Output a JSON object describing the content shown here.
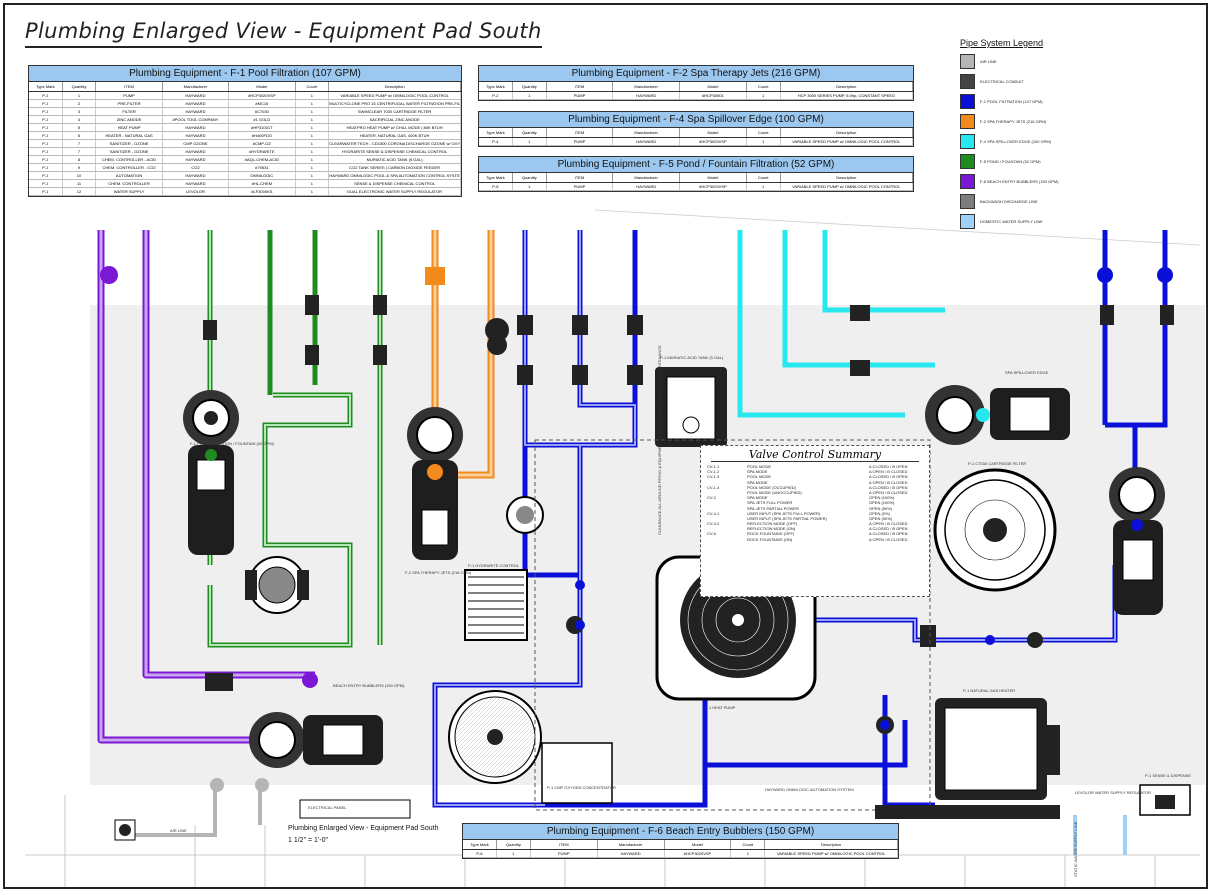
{
  "title": "Plumbing Enlarged View - Equipment Pad South",
  "tables": {
    "columns": [
      "Type Mark",
      "Quantity",
      "ITEM",
      "Manufacturer",
      "Model",
      "Count",
      "Description"
    ],
    "f1": {
      "title": "Plumbing Equipment - F-1 Pool Filtration (107 GPM)",
      "rows": [
        [
          "P-1",
          "1",
          "PUMP",
          "HAYWARD",
          "#HCP3020VSP",
          "1",
          "VARIABLE SPEED PUMP w/ OMNILOGIC POOL CONTROL"
        ],
        [
          "P-1",
          "2",
          "PRE-FILTER",
          "HAYWARD",
          "#MC15",
          "1",
          "MULTICYCLONE PRO 15 CENTRIFUGAL WATER FILTRATION PRE-FILTER"
        ],
        [
          "P-1",
          "3",
          "FILTER",
          "HAYWARD",
          "#C7030",
          "1",
          "SWIMCLEAR 7030 CARTRIDGE FILTER"
        ],
        [
          "P-1",
          "4",
          "ZINC ANODE",
          "#POOL TOOL COMPANY",
          "#1 GOLD",
          "1",
          "SACRIFICIAL ZINC ANODE"
        ],
        [
          "P-1",
          "5",
          "HEAT PUMP",
          "HAYWARD",
          "#HP31001T",
          "1",
          "HEATPRO HEAT PUMP w/ CHILL MODE | 80K BTUH"
        ],
        [
          "P-1",
          "6",
          "HEATER - NATURAL GAS",
          "HAYWARD",
          "#H400FDO",
          "1",
          "HEATER, NATURAL GAS, 400K BTUH"
        ],
        [
          "P-1",
          "7",
          "SANITIZER - OZONE",
          "CMP OZONE",
          "#CMP-OZ",
          "1",
          "CLEARWATER TECH - CD1500 CORONA DISCHARGE OZONE w/ OXYGEN CONCENTRATOR + 120 GAL CONTACT TANK"
        ],
        [
          "P-1",
          "7",
          "SANITIZER - OZONE",
          "HAYWARD",
          "#HYDRARITE",
          "1",
          "HYDRARITE SENSE & DISPENSE CHEMICAL CONTROL"
        ],
        [
          "P-1",
          "8",
          "CHEM. CONTROLLER - ACID",
          "HAYWARD",
          "#AQL-CHEM-ACID",
          "1",
          "MURIATIC ACID TANK (5 GAL)"
        ],
        [
          "P-1",
          "9",
          "CHEM. CONTROLLER - CO2",
          "CO2",
          "#79531",
          "1",
          "CO2 TANK SERIES | CARBON DIOXIDE FEEDER"
        ],
        [
          "P-1",
          "10",
          "AUTOMATION",
          "HAYWARD",
          "OMNILOGIC",
          "1",
          "HAYWARD OMNILOGIC POOL & SPA AUTOMATION CONTROL SYSTEM"
        ],
        [
          "P-1",
          "11",
          "CHEM. CONTROLLER",
          "HAYWARD",
          "#HL-CHEM",
          "1",
          "SENSE & DISPENSE CHEMICAL CONTROL"
        ],
        [
          "P-1",
          "12",
          "WATER SUPPLY",
          "LEVOLOR",
          "#LF3000KS",
          "1",
          "DUAL ELECTRONIC WATER SUPPLY REGULATOR"
        ]
      ]
    },
    "f2": {
      "title": "Plumbing Equipment - F-2 Spa Therapy Jets (216 GPM)",
      "rows": [
        [
          "P-2",
          "1",
          "PUMP",
          "HAYWARD",
          "#HCP30501",
          "1",
          "HCP 3000 SERIES PUMP, 5.0hp, CONSTANT SPEED"
        ]
      ]
    },
    "f4": {
      "title": "Plumbing Equipment - F-4 Spa Spillover Edge (100 GPM)",
      "rows": [
        [
          "P-4",
          "1",
          "PUMP",
          "HAYWARD",
          "#HCP3020VSP",
          "1",
          "VARIABLE SPEED PUMP w/ OMNILOGIC POOL CONTROL"
        ]
      ]
    },
    "f5": {
      "title": "Plumbing Equipment - F-5 Pond / Fountain Filtration (52 GPM)",
      "rows": [
        [
          "P-5",
          "1",
          "PUMP",
          "HAYWARD",
          "#HCP3020VSP",
          "1",
          "VARIABLE SPEED PUMP w/ OMNILOGIC POOL CONTROL"
        ]
      ]
    },
    "f6": {
      "title": "Plumbing Equipment - F-6 Beach Entry Bubblers (150 GPM)",
      "rows": [
        [
          "P-6",
          "1",
          "PUMP",
          "HAYWARD",
          "#HCP3020VSP",
          "1",
          "VARIABLE SPEED PUMP w/ OMNILOGIC POOL CONTROL"
        ]
      ]
    }
  },
  "legend": {
    "title": "Pipe System Legend",
    "items": [
      {
        "label": "AIR LINE",
        "color": "#b5b5b5"
      },
      {
        "label": "ELECTRICAL CONDUIT",
        "color": "#444444"
      },
      {
        "label": "F-1 POOL FILTRATION (107 GPM)",
        "color": "#0a10d8"
      },
      {
        "label": "F-2 SPA THERAPY JETS (216 GPM)",
        "color": "#f28a1c"
      },
      {
        "label": "F-4 SPA SPILLOVER EDGE (100 GPM)",
        "color": "#27e8ee"
      },
      {
        "label": "F-5 POND / FOUNTAIN (52 GPM)",
        "color": "#1f8c1f"
      },
      {
        "label": "F-6 BEACH ENTRY BUBBLERS (150 GPM)",
        "color": "#7a18d6"
      },
      {
        "label": "BACKWASH DISCHARGE LINE",
        "color": "#7d7d7d"
      },
      {
        "label": "DOMESTIC WATER SUPPLY LINE",
        "color": "#9fd0f8"
      }
    ]
  },
  "valve_summary": {
    "title": "Valve Control Summary",
    "rows": [
      [
        "CV-1.1",
        "POOL MODE",
        "A CLOSED / B OPEN"
      ],
      [
        "CV-1.2",
        "SPA MODE",
        "A OPEN / B CLOSED"
      ],
      [
        "CV-1.3",
        "POOL MODE",
        "A CLOSED / B OPEN"
      ],
      [
        "",
        "SPA MODE",
        "A OPEN / B CLOSED"
      ],
      [
        "CV-1.4",
        "POOL MODE (OCCUPIED)",
        "A CLOSED / B OPEN"
      ],
      [
        "",
        "POOL MODE (UNOCCUPIED)",
        "A OPEN / B CLOSED"
      ],
      [
        "CV-2",
        "SPA MODE",
        "OPEN (100%)"
      ],
      [
        "",
        "SPA JETS FULL POWER",
        "OPEN (100%)"
      ],
      [
        "",
        "SPA JETS PARTIAL POWER",
        "OPEN (50%)"
      ],
      [
        "CV-4.1",
        "USER INPUT (SPA JETS FULL POWER)",
        "OPEN (0%)"
      ],
      [
        "",
        "USER INPUT (SPA JETS PARTIAL POWER)",
        "OPEN (50%)"
      ],
      [
        "CV-4.2",
        "REFLECTION MODE (OFF)",
        "A OPEN / B CLOSED"
      ],
      [
        "",
        "REFLECTION MODE (ON)",
        "A CLOSED / B OPEN"
      ],
      [
        "CV-6",
        "ROCK FOUNTAINS (OFF)",
        "A CLOSED / B OPEN"
      ],
      [
        "",
        "ROCK FOUNTAINS (ON)",
        "A OPEN / B CLOSED"
      ]
    ]
  },
  "labels": {
    "clearance": "CLEARANCE ALL AROUND PIPING & EQUIPMENT FOR PUMP PERFORMANCE WITH MAINTENANCE",
    "f1_filtration": "F-1 POOL FILTRATION / FOUNTAIN (52 GPM)",
    "spa_jets": "F-2 SPA THERAPY JETS (216 GPM)",
    "spillover": "SPA SPILLOVER EDGE",
    "beach": "BEACH ENTRY BUBBLERS (150 GPM)",
    "heat_pump": "P-1 HEAT PUMP",
    "gas_heater": "P-1 NATURAL GAS HEATER",
    "cartridge": "P-1 C7030 CARTRIDGE FILTER",
    "electrical_panel": "ELECTRICAL PANEL",
    "omnilogic": "HAYWARD OMNILOGIC AUTOMATION SYSTEM",
    "ozone": "P-1 CMP OXYGEN CONCENTRATOR",
    "muriatic": "P-1 MURIATIC ACID TANK (5 GAL)",
    "hydrarite": "P-1 HYDRARITE CONTROL",
    "air_line": "AIR LINE",
    "supply_water": "STATIC WATER SUPPLY LINE",
    "levolor": "LEVOLOR WATER SUPPLY REGULATOR",
    "sense": "P-1 SENSE & DISPENSE"
  },
  "caption": {
    "title": "Plumbing Enlarged View - Equipment Pad South",
    "scale": "1 1/2\" = 1'-0\""
  }
}
